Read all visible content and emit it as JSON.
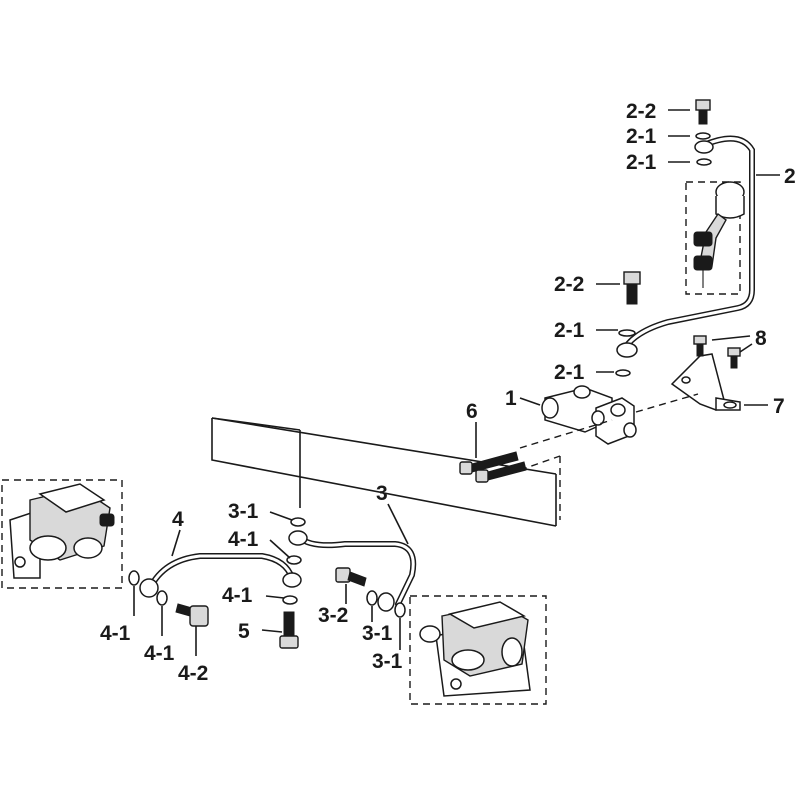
{
  "labels": {
    "l_2_2_top": "2-2",
    "l_2_1_top_a": "2-1",
    "l_2_1_top_b": "2-1",
    "l_2": "2",
    "l_2_2_mid": "2-2",
    "l_2_1_mid_a": "2-1",
    "l_2_1_mid_b": "2-1",
    "l_8": "8",
    "l_1": "1",
    "l_7": "7",
    "l_6": "6",
    "l_3": "3",
    "l_3_1_a": "3-1",
    "l_4_1_a": "4-1",
    "l_4": "4",
    "l_4_1_b": "4-1",
    "l_5": "5",
    "l_3_2": "3-2",
    "l_3_1_b": "3-1",
    "l_3_1_c": "3-1",
    "l_4_1_c": "4-1",
    "l_4_1_d": "4-1",
    "l_4_2": "4-2"
  }
}
